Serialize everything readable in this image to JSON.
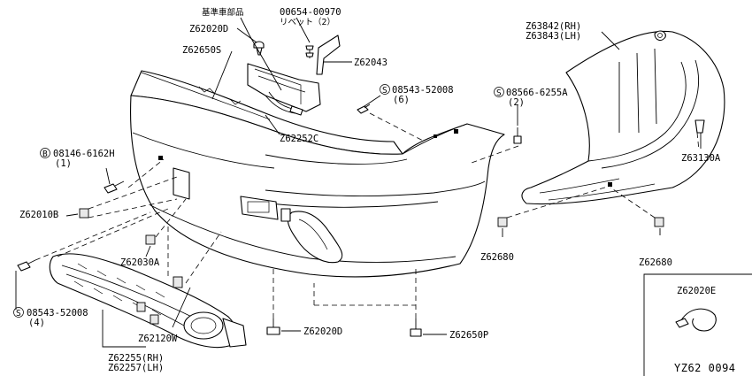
{
  "labels": {
    "lbl_00654_00970": "00654-00970",
    "lbl_rivet": "リベット（2）",
    "lbl_base_parts": "基準車部品",
    "lbl_z62020d_top": "Z62020D",
    "lbl_z62650s": "Z62650S",
    "lbl_z62043": "Z62043",
    "lbl_z62252c": "Z62252C",
    "lbl_08543_top": "08543-52008",
    "lbl_08543_top_qty": "(6)",
    "lbl_08566": "08566-6255A",
    "lbl_08566_qty": "(2)",
    "lbl_08146": "08146-6162H",
    "lbl_08146_qty": "(1)",
    "lbl_z62010b": "Z62010B",
    "lbl_z62030a": "Z62030A",
    "lbl_08543_bottom": "08543-52008",
    "lbl_08543_bottom_qty": "(4)",
    "lbl_z62120w": "Z62120W",
    "lbl_z62255": "Z62255(RH)",
    "lbl_z62257": "Z62257(LH)",
    "lbl_z62020d_bottom": "Z62020D",
    "lbl_z62650p": "Z62650P",
    "lbl_z63842": "Z63842(RH)",
    "lbl_z63843": "Z63843(LH)",
    "lbl_z63130a": "Z63130A",
    "lbl_z62680_left": "Z62680",
    "lbl_z62680_right": "Z62680",
    "lbl_z62020e": "Z62020E",
    "diagram_code": "YZ62 0094"
  },
  "symbols": {
    "s_mark": "S",
    "b_mark": "B"
  }
}
